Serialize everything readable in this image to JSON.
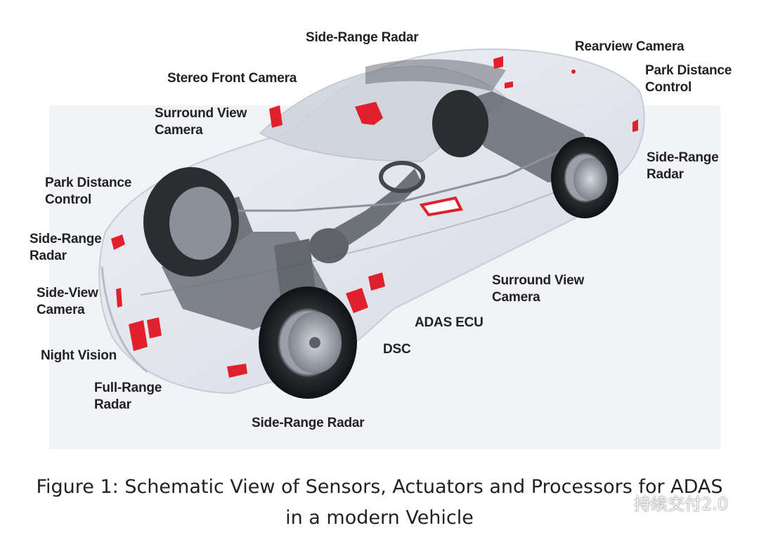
{
  "figure": {
    "caption_line1": "Figure 1: Schematic View of Sensors, Actuators and Processors for ADAS",
    "caption_line2": "in a modern Vehicle"
  },
  "labels": {
    "side_range_radar_top": "Side-Range Radar",
    "rearview_camera": "Rearview Camera",
    "park_distance_control_rear": "Park Distance\nControl",
    "stereo_front_camera": "Stereo Front Camera",
    "surround_view_camera_left": "Surround View\nCamera",
    "side_range_radar_right": "Side-Range\nRadar",
    "park_distance_control_front": "Park Distance\nControl",
    "side_range_radar_left": "Side-Range\nRadar",
    "side_view_camera": "Side-View\nCamera",
    "surround_view_camera_right": "Surround View\nCamera",
    "adas_ecu": "ADAS ECU",
    "dsc": "DSC",
    "night_vision": "Night Vision",
    "full_range_radar": "Full-Range\nRadar",
    "side_range_radar_bottom": "Side-Range Radar"
  },
  "watermark": {
    "text": "持续交付2.0",
    "icon": "wechat-icon"
  },
  "colors": {
    "sensor_red": "#e0202a",
    "car_body": "#dfe2ea",
    "label_text": "#222222"
  }
}
